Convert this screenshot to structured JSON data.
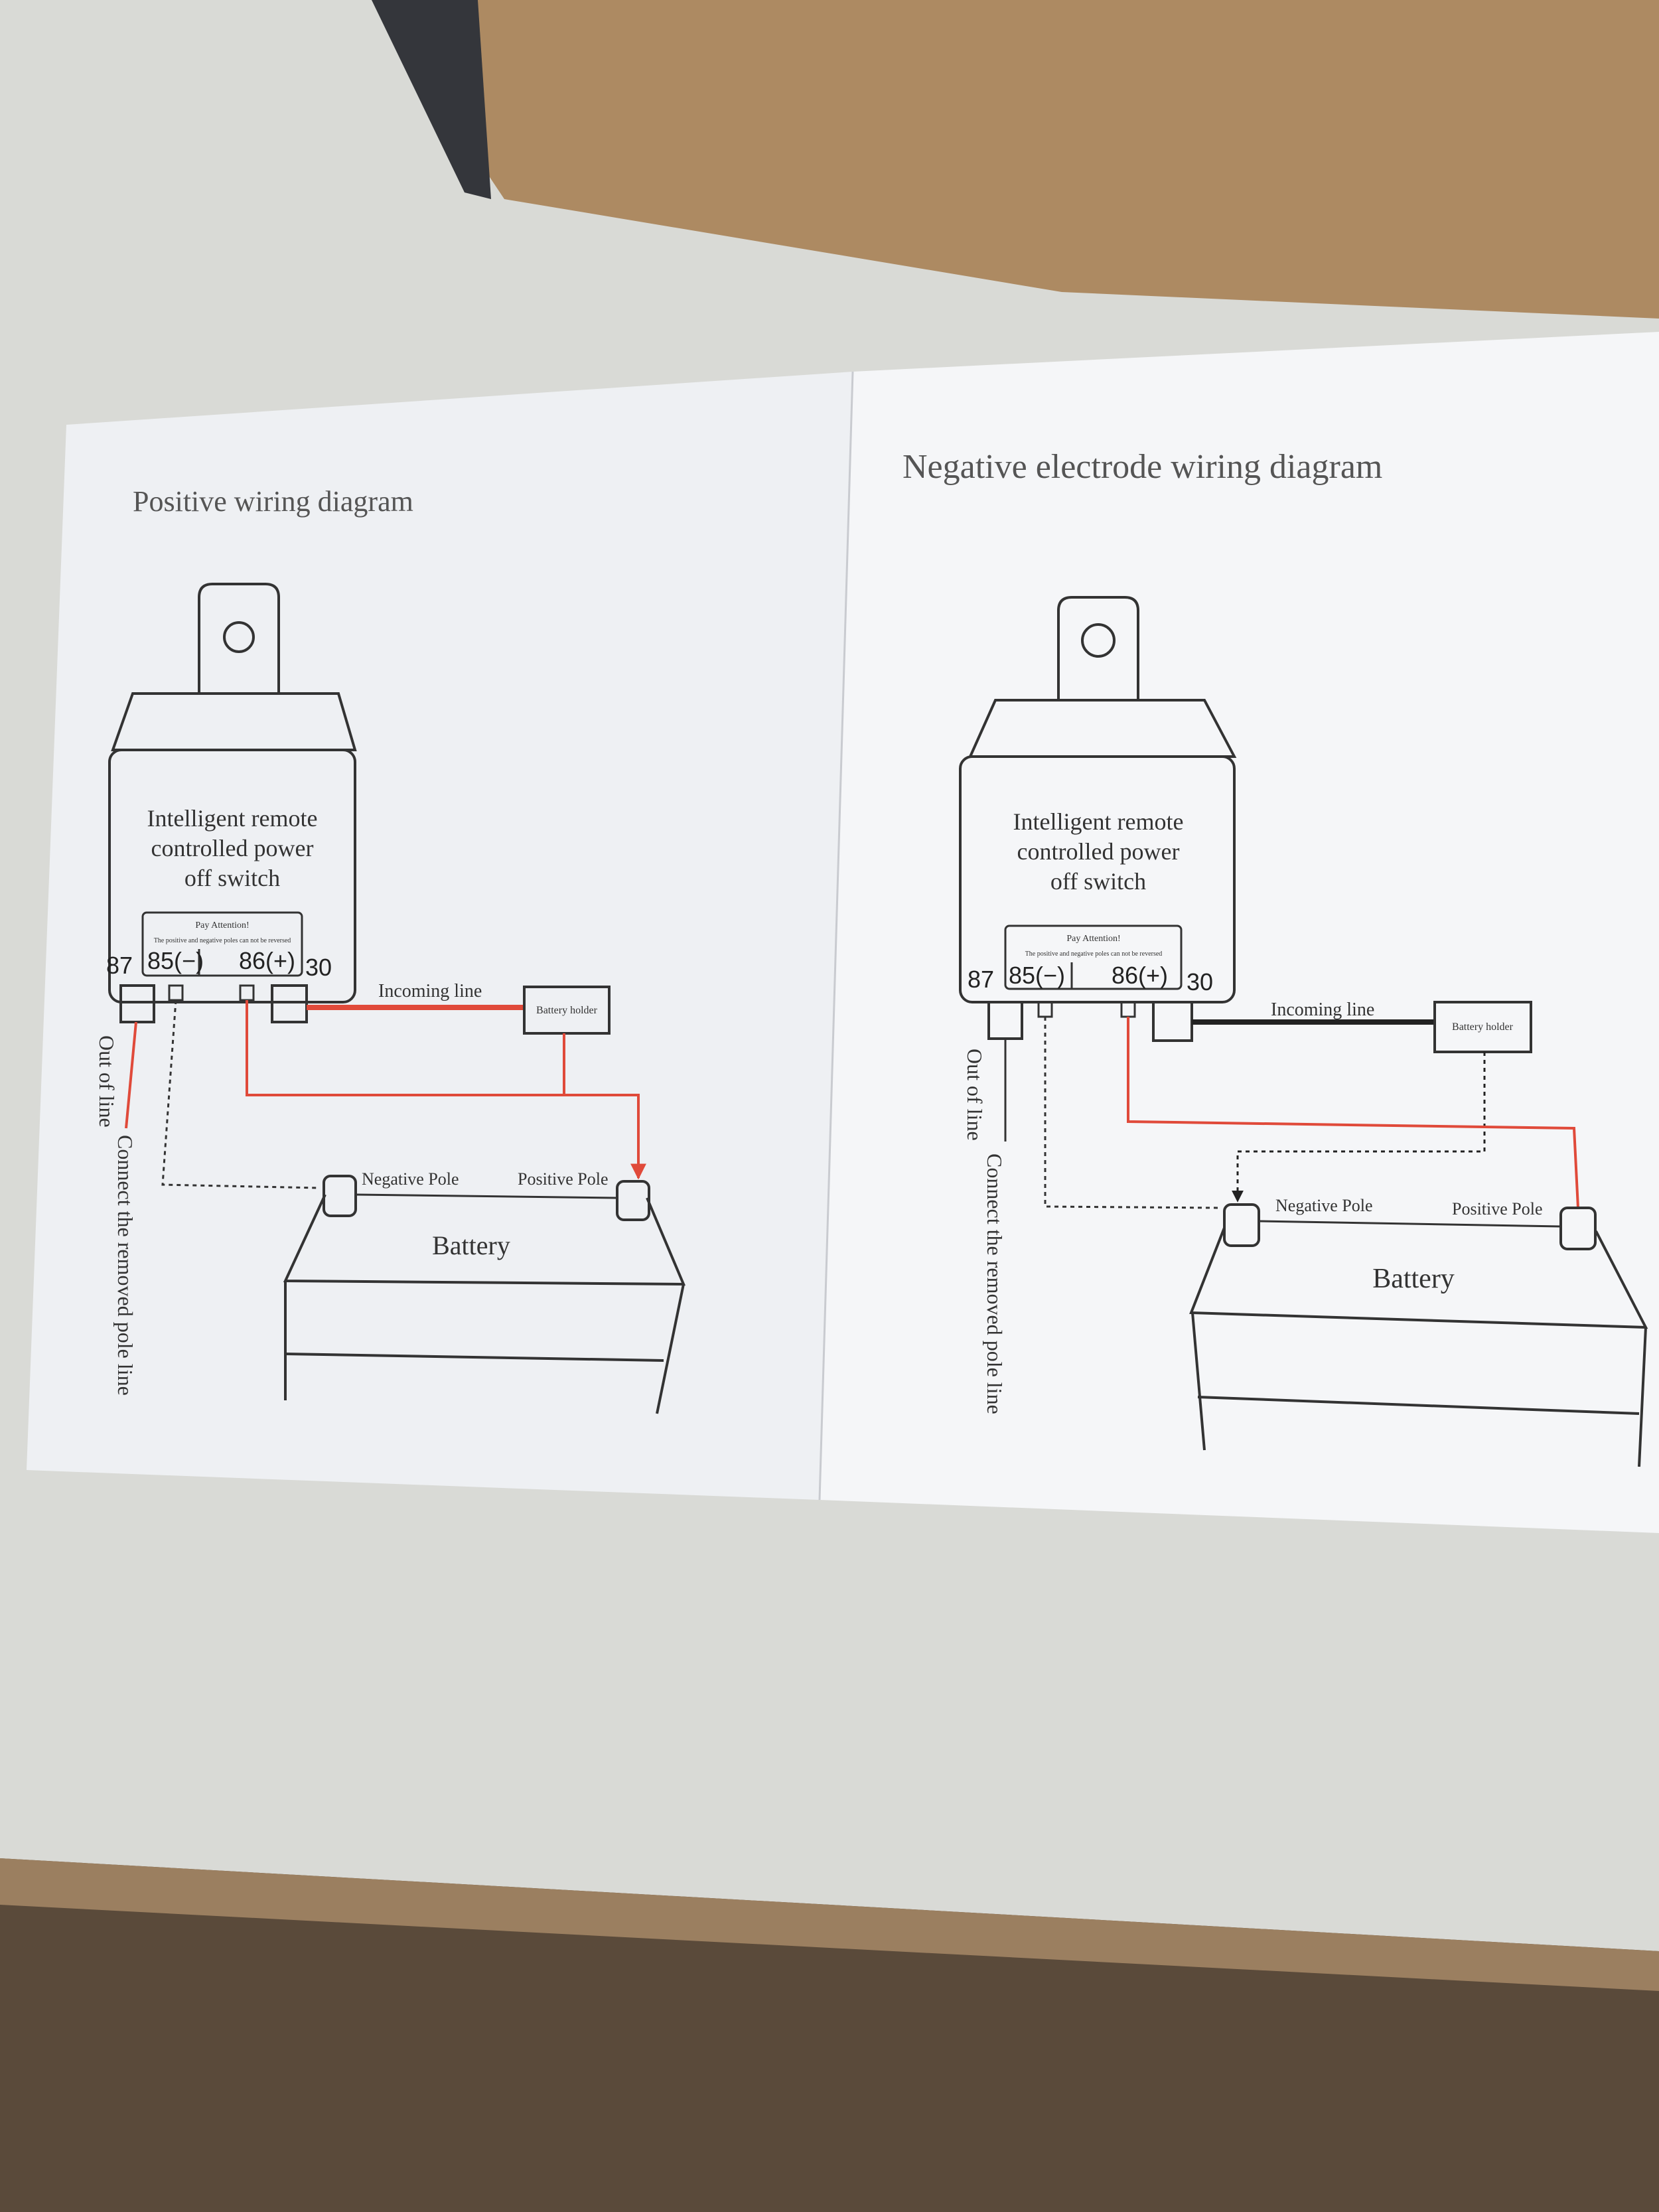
{
  "colors": {
    "wire_red": "#e04a3a",
    "wire_black": "#222222",
    "ink": "#333333",
    "paper": "#f3f4f6",
    "box_brown": "#b08a60"
  },
  "positive": {
    "title": "Positive wiring diagram",
    "switch_label": [
      "Intelligent remote",
      "controlled power",
      "off switch"
    ],
    "attention_title": "Pay Attention!",
    "attention_text": "The positive and negative poles can not be reversed",
    "term_87": "87",
    "term_85": "85(−)",
    "term_86": "86(+)",
    "term_30": "30",
    "incoming_line": "Incoming line",
    "battery_holder": "Battery holder",
    "negative_pole": "Negative Pole",
    "positive_pole": "Positive Pole",
    "battery": "Battery",
    "out_of_line": "Out of line",
    "connect_removed": "Connect the removed pole line"
  },
  "negative": {
    "title": "Negative electrode wiring diagram",
    "switch_label": [
      "Intelligent remote",
      "controlled power",
      "off switch"
    ],
    "attention_title": "Pay Attention!",
    "attention_text": "The positive and negative poles can not be reversed",
    "term_87": "87",
    "term_85": "85(−)",
    "term_86": "86(+)",
    "term_30": "30",
    "incoming_line": "Incoming line",
    "battery_holder": "Battery holder",
    "negative_pole": "Negative Pole",
    "positive_pole": "Positive Pole",
    "battery": "Battery",
    "out_of_line": "Out of line",
    "connect_removed": "Connect the removed pole line"
  }
}
